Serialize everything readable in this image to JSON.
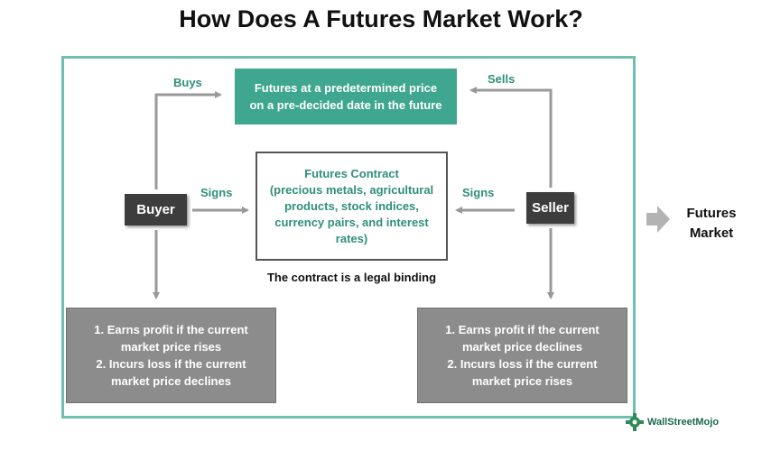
{
  "title": "How Does A Futures Market Work?",
  "top_box": {
    "line1": "Futures at a predetermined price",
    "line2": "on a pre-decided date in the future"
  },
  "contract_box": {
    "line1": "Futures Contract",
    "line2": "(precious metals, agricultural",
    "line3": "products, stock indices,",
    "line4": "currency pairs, and interest",
    "line5": "rates)"
  },
  "legal_note": "The contract is a legal binding",
  "buyer": {
    "label": "Buyer",
    "action_top": "Buys",
    "action_mid": "Signs",
    "outcome": {
      "line1": "1. Earns profit if the current",
      "line2": "market price rises",
      "line3": "2. Incurs loss if the current",
      "line4": "market price declines"
    }
  },
  "seller": {
    "label": "Seller",
    "action_top": "Sells",
    "action_mid": "Signs",
    "outcome": {
      "line1": "1. Earns profit if the current",
      "line2": "market price declines",
      "line3": "2. Incurs loss if the current",
      "line4": "market price rises"
    }
  },
  "side_label": {
    "line1": "Futures",
    "line2": "Market"
  },
  "brand": "WallStreetMojo",
  "colors": {
    "teal": "#3fa68f",
    "frame": "#6fbfb0",
    "dark_box": "#3d3d3d",
    "grey_box": "#8c8c8c",
    "connector": "#999999"
  }
}
